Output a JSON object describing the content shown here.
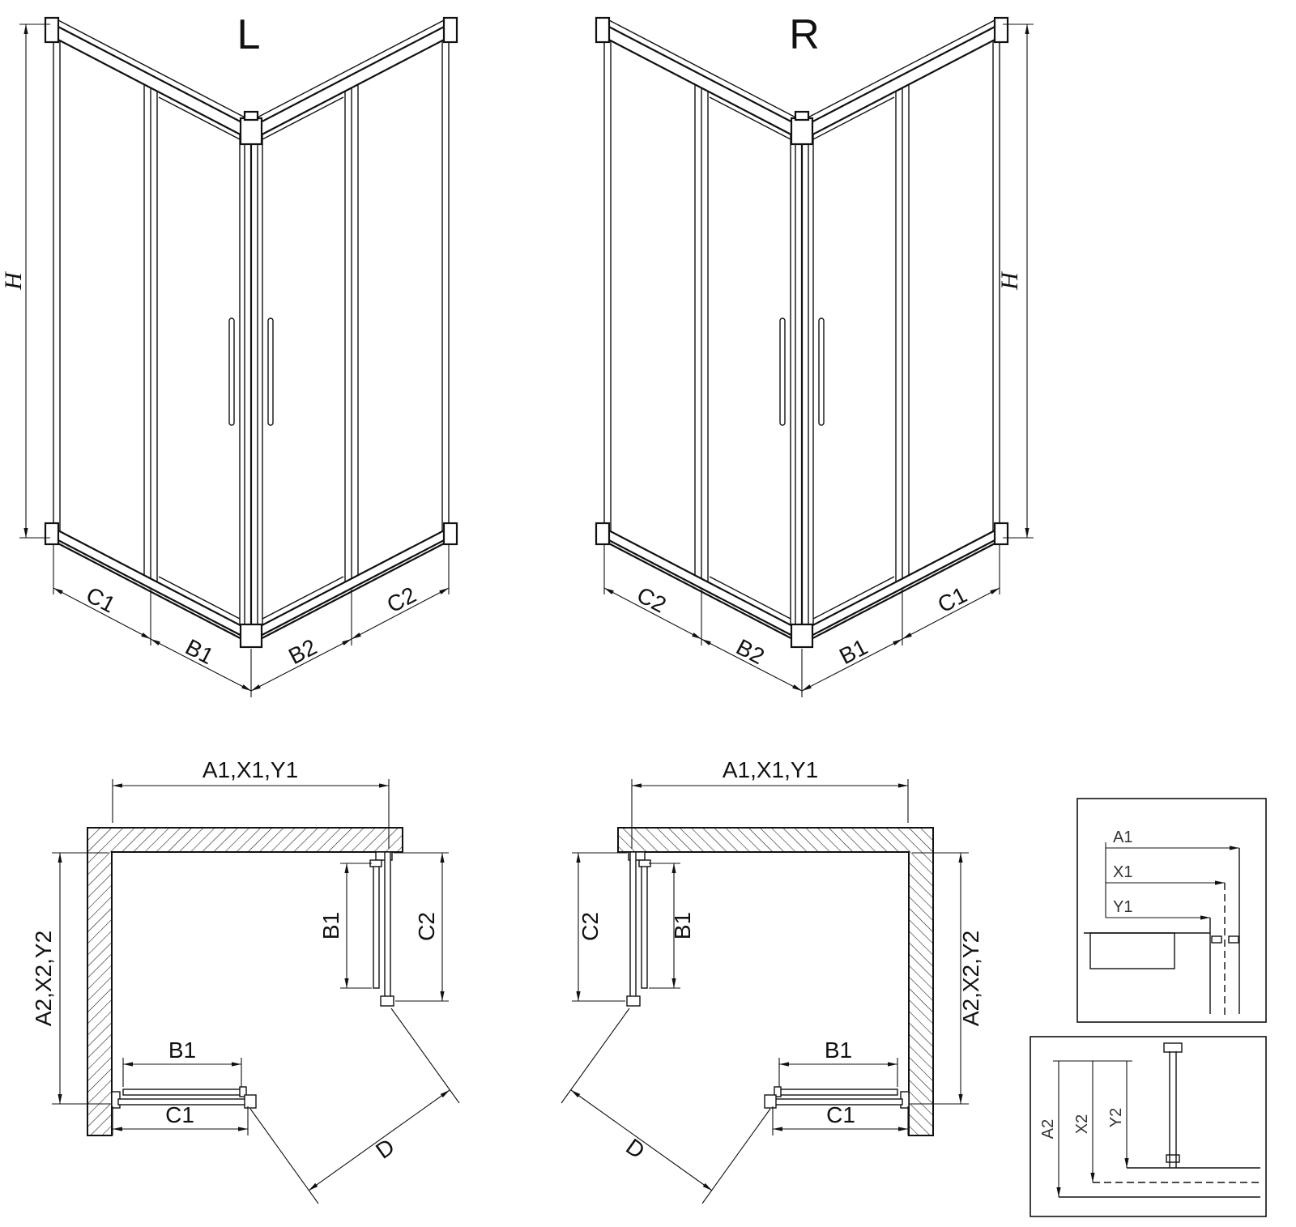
{
  "drawing": {
    "iso_left": {
      "label": "L",
      "height_dim": "H",
      "bottom_dims": [
        "C1",
        "B1",
        "B2",
        "C2"
      ]
    },
    "iso_right": {
      "label": "R",
      "height_dim": "H",
      "bottom_dims": [
        "C2",
        "B2",
        "B1",
        "C1"
      ]
    },
    "plan_left": {
      "width_dim": "A1,X1,Y1",
      "depth_dim": "A2,X2,Y2",
      "side_door_dim": "B1",
      "side_fixed_dim": "C2",
      "front_door_dim": "B1",
      "front_fixed_dim": "C1",
      "diagonal_dim": "D"
    },
    "plan_right": {
      "width_dim": "A1,X1,Y1",
      "depth_dim": "A2,X2,Y2",
      "side_door_dim": "B1",
      "side_fixed_dim": "C2",
      "front_door_dim": "B1",
      "front_fixed_dim": "C1",
      "diagonal_dim": "D"
    },
    "detail_width": {
      "dims": [
        "A1",
        "X1",
        "Y1"
      ]
    },
    "detail_depth": {
      "dims": [
        "A2",
        "X2",
        "Y2"
      ]
    }
  }
}
